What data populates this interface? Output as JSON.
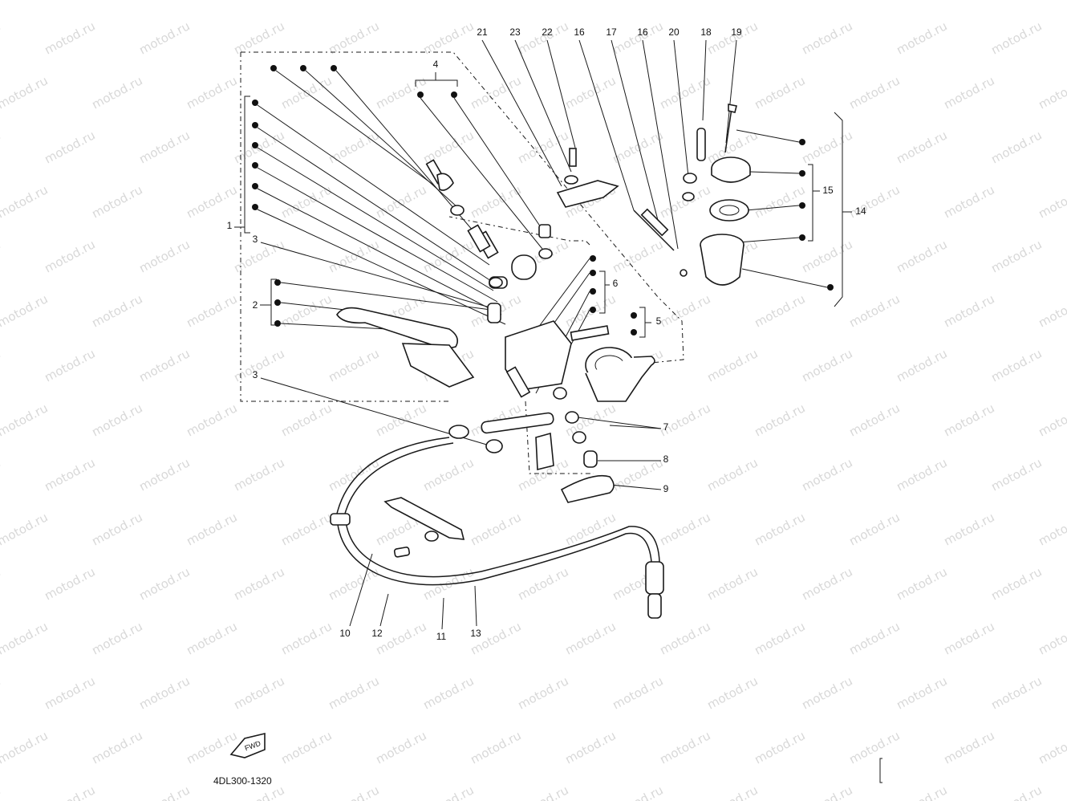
{
  "watermark": "motod.ru",
  "diagram_code": "4DL300-1320",
  "fwd_label": "FWD",
  "callouts": {
    "top": [
      "21",
      "23",
      "22",
      "16",
      "17",
      "16",
      "20",
      "18",
      "19"
    ],
    "left": [
      "1",
      "3",
      "2",
      "3"
    ],
    "mid": [
      "4",
      "6",
      "5",
      "7",
      "8",
      "9",
      "14",
      "15"
    ],
    "bottom": [
      "10",
      "12",
      "11",
      "13"
    ]
  }
}
